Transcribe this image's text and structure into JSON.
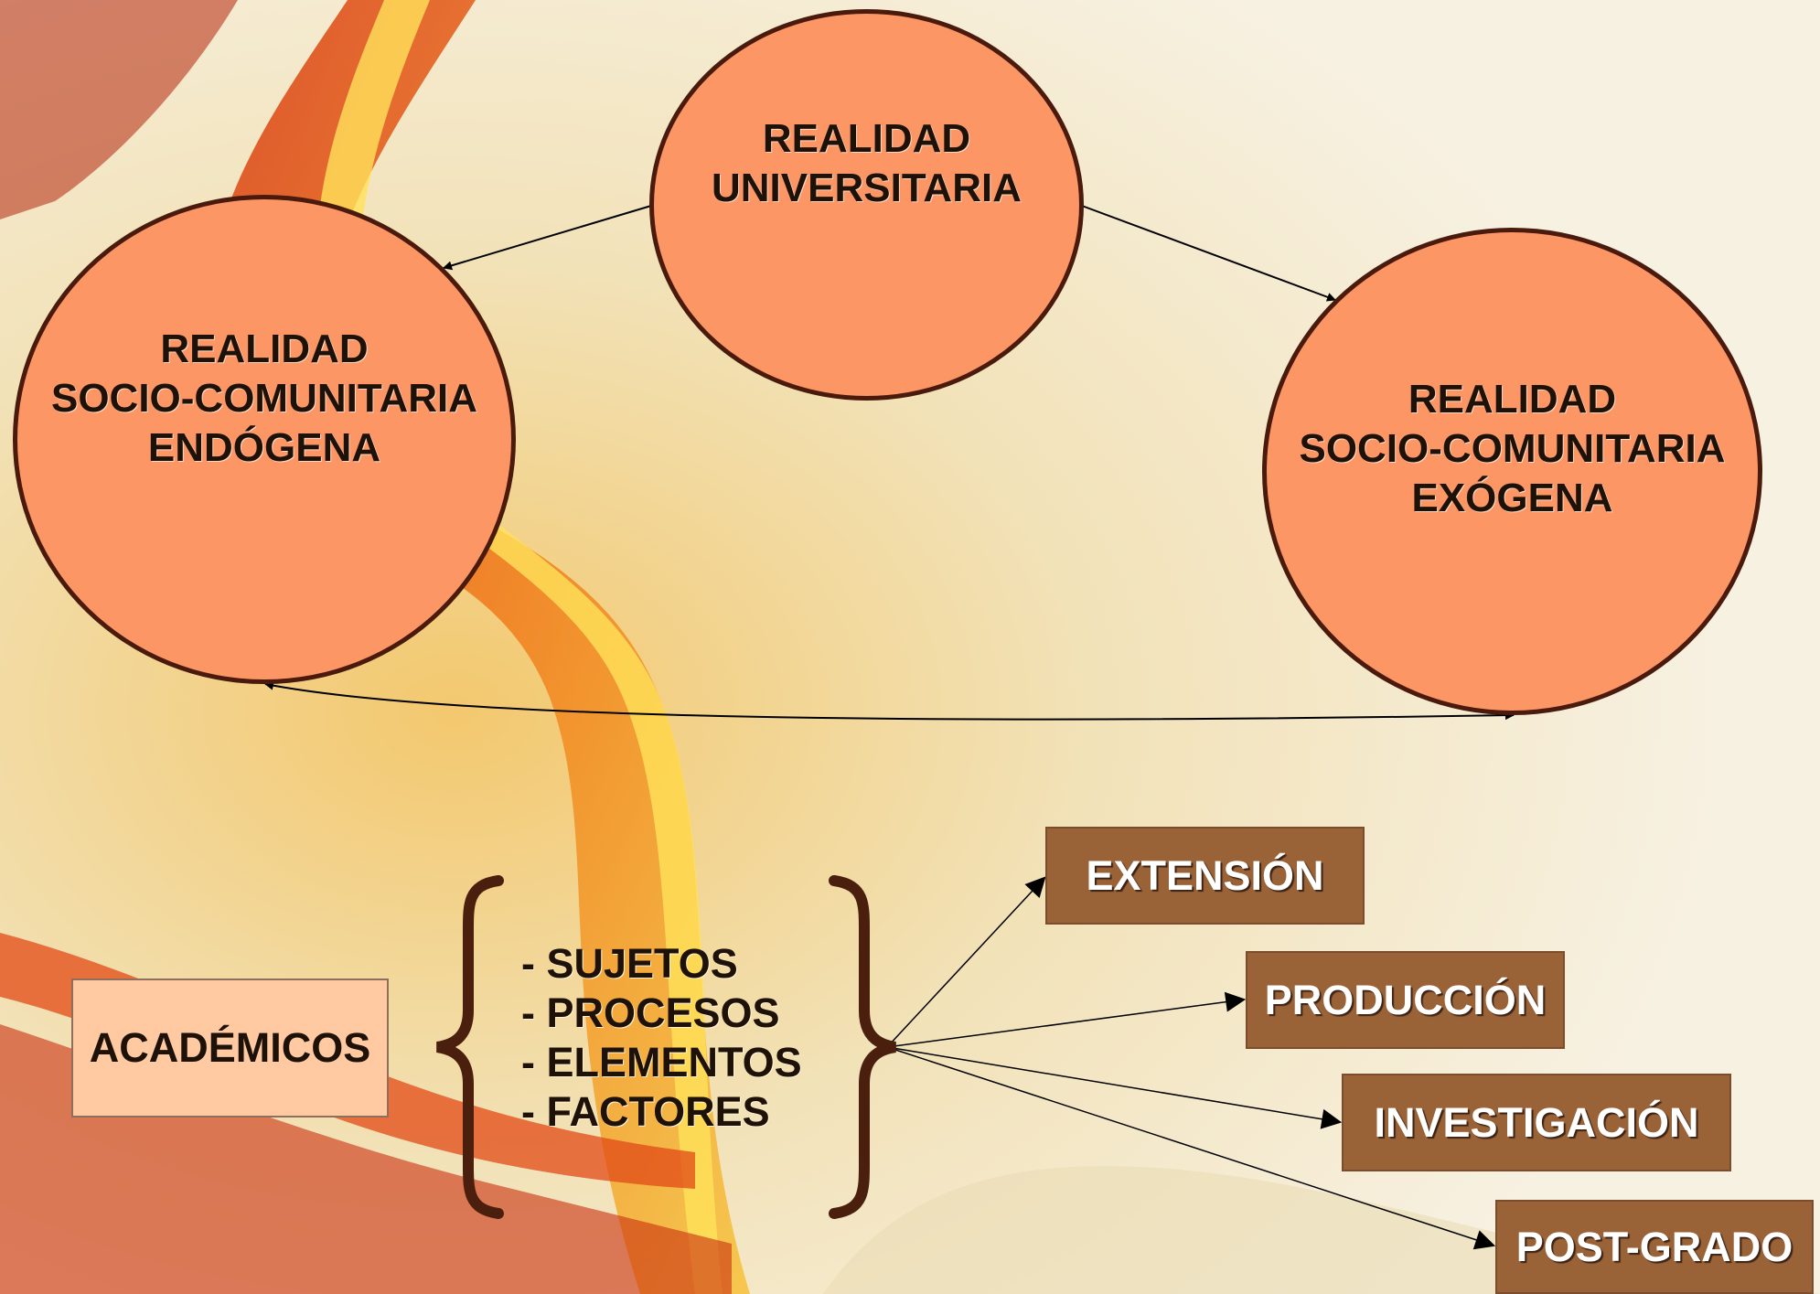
{
  "nodes": {
    "universitaria": {
      "line1": "REALIDAD",
      "line2": "UNIVERSITARIA"
    },
    "endogena": {
      "line1": "REALIDAD",
      "line2": "SOCIO-COMUNITARIA",
      "line3": "ENDÓGENA"
    },
    "exogena": {
      "line1": "REALIDAD",
      "line2": "SOCIO-COMUNITARIA",
      "line3": "EXÓGENA"
    }
  },
  "academicos": {
    "label": "ACADÉMICOS"
  },
  "components": [
    "- SUJETOS",
    "- PROCESOS",
    "- ELEMENTOS",
    "- FACTORES"
  ],
  "functions": {
    "extension": "EXTENSIÓN",
    "produccion": "PRODUCCIÓN",
    "investigacion": "INVESTIGACIÓN",
    "postgrado": "POST-GRADO"
  },
  "colors": {
    "circle_fill": "#fc9665",
    "circle_border": "#4a1a0c",
    "function_box": "#9a6237",
    "academicos_box": "#ffcaa2",
    "brace": "#4a1f0e"
  }
}
